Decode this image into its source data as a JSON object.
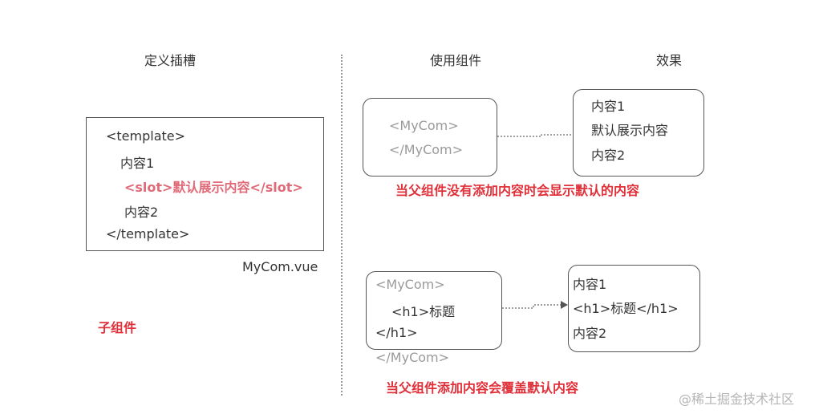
{
  "headings": {
    "define_slot": "定义插槽",
    "use_component": "使用组件",
    "effect": "效果"
  },
  "template_box": {
    "lines": [
      "<template>",
      "内容1",
      "<slot>默认展示内容</slot>",
      "内容2",
      "</template>"
    ],
    "filename": "MyCom.vue"
  },
  "child_label": "子组件",
  "example1": {
    "usage_lines": [
      "<MyCom>",
      "</MyCom>"
    ],
    "result_lines": [
      "内容1",
      "默认展示内容",
      "内容2"
    ],
    "caption": "当父组件没有添加内容时会显示默认的内容"
  },
  "example2": {
    "usage_lines": [
      "<MyCom>",
      "<h1>标题",
      "</h1>",
      "</MyCom>"
    ],
    "result_lines": [
      "内容1",
      "<h1>标题</h1>",
      "内容2"
    ],
    "caption": "当父组件添加内容会覆盖默认内容"
  },
  "watermark": "@稀土掘金技术社区",
  "colors": {
    "caption_red": "#e0303a",
    "slot_pink": "#e06a78",
    "muted_gray": "#9a9a9a",
    "border": "#555555"
  }
}
